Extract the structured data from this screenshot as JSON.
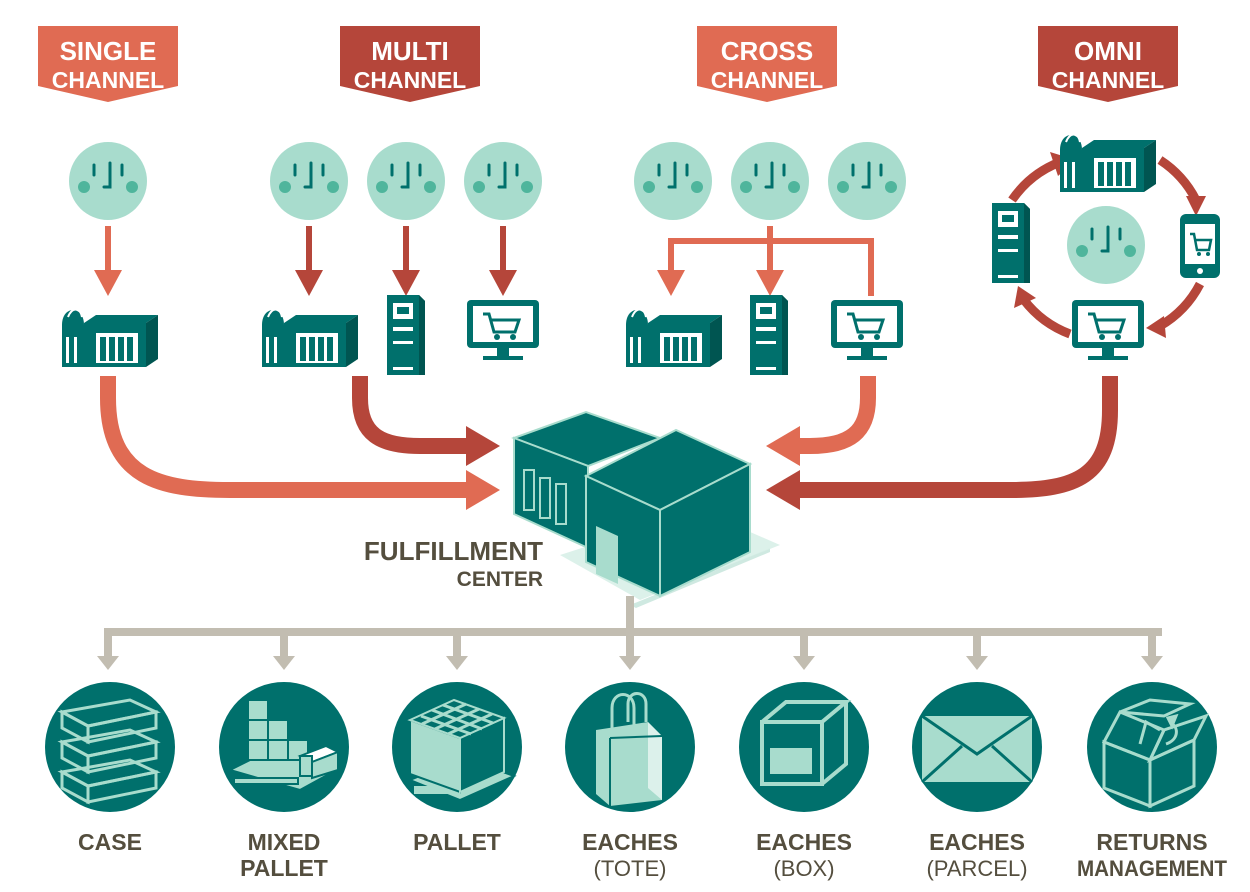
{
  "channels": [
    {
      "line1": "SINGLE",
      "line2": "CHANNEL",
      "color": "#e06b53"
    },
    {
      "line1": "MULTI",
      "line2": "CHANNEL",
      "color": "#b5463a"
    },
    {
      "line1": "CROSS",
      "line2": "CHANNEL",
      "color": "#e06b53"
    },
    {
      "line1": "OMNI",
      "line2": "CHANNEL",
      "color": "#b5463a"
    }
  ],
  "center": {
    "line1": "FULFILLMENT",
    "line2": "CENTER"
  },
  "outputs": [
    {
      "line1": "CASE",
      "line2": "",
      "icon": "stacked-cases-icon"
    },
    {
      "line1": "MIXED",
      "line2": "PALLET",
      "icon": "mixed-pallet-icon"
    },
    {
      "line1": "PALLET",
      "line2": "",
      "icon": "pallet-icon"
    },
    {
      "line1": "EACHES",
      "line2": "(TOTE)",
      "icon": "tote-bag-icon"
    },
    {
      "line1": "EACHES",
      "line2": "(BOX)",
      "icon": "box-icon"
    },
    {
      "line1": "EACHES",
      "line2": "(PARCEL)",
      "icon": "envelope-icon"
    },
    {
      "line1": "RETURNS",
      "line2": "MANAGEMENT",
      "icon": "open-box-icon"
    }
  ],
  "colors": {
    "teal": "#00706c",
    "mint": "#a8dccd",
    "coral": "#e06b53",
    "rust": "#b5463a",
    "gray_connector": "#c2bdb1",
    "text_dark": "#544e3e"
  }
}
